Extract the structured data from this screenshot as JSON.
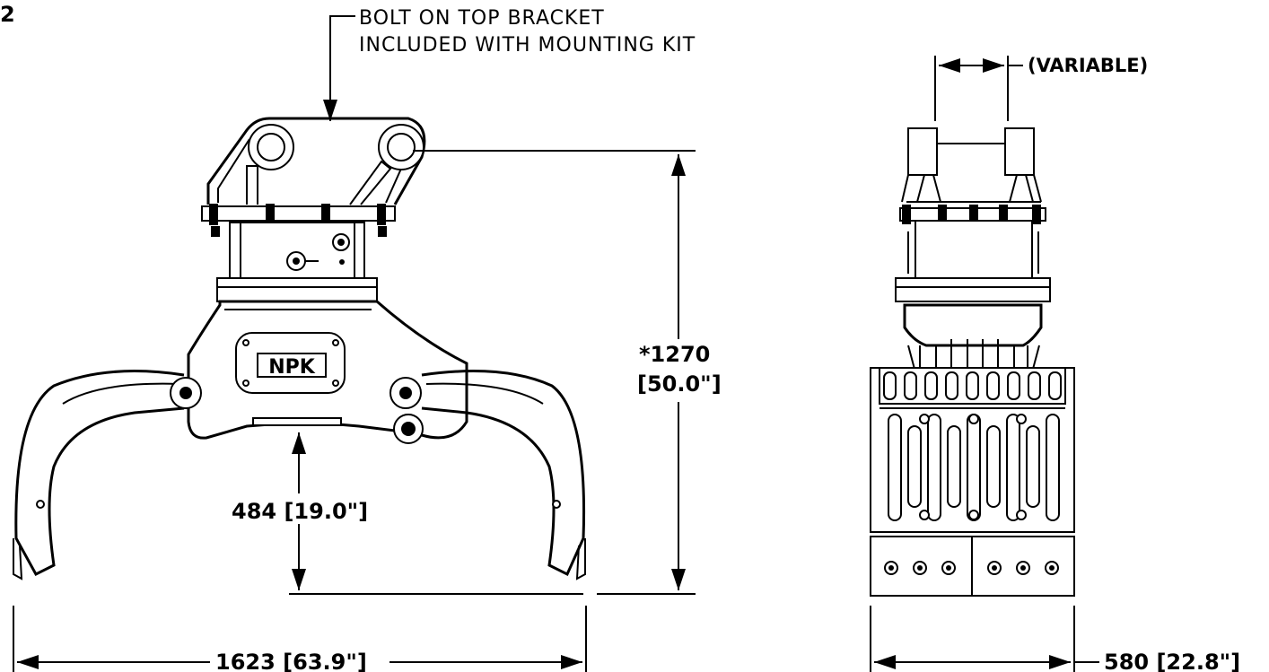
{
  "figure_number": "2",
  "callout": {
    "line1": "BOLT ON TOP BRACKET",
    "line2": "INCLUDED WITH MOUNTING KIT"
  },
  "dimensions": {
    "overall_height_line1": "*1270",
    "overall_height_line2": "[50.0\"]",
    "clearance": "484  [19.0\"]",
    "open_width": "1623  [63.9\"]",
    "side_width": "580  [22.8\"]",
    "bracket_width": "(VARIABLE)"
  },
  "logo_text": "NPK"
}
